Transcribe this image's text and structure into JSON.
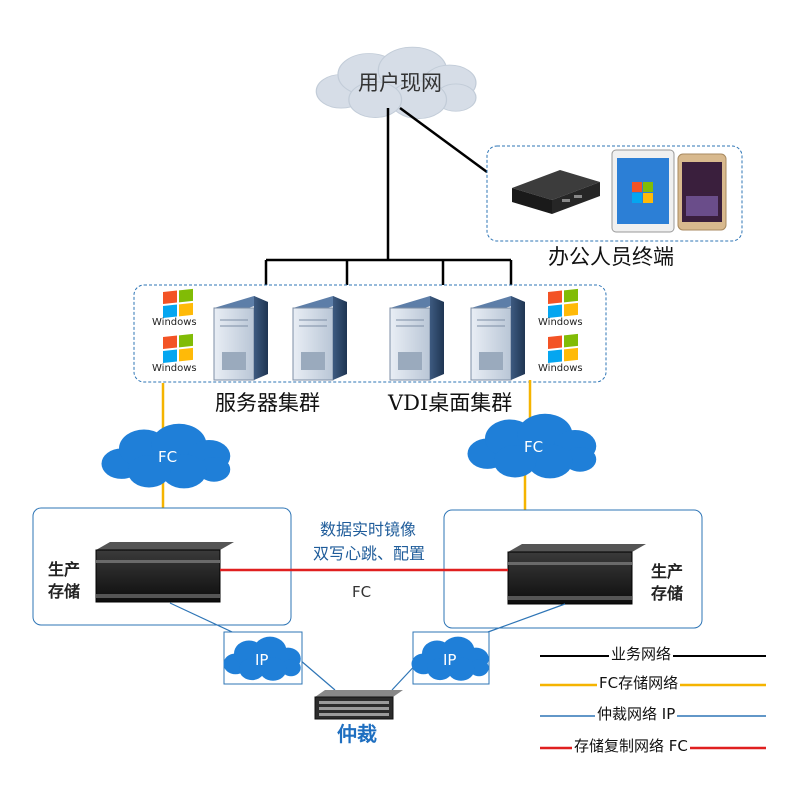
{
  "diagram": {
    "user_network": "用户现网",
    "office_terminals": "办公人员终端",
    "server_cluster": "服务器集群",
    "vdi_cluster": "VDI桌面集群",
    "windows_logo_text": "Windows",
    "fc_left": "FC",
    "fc_right": "FC",
    "mirror_line1": "数据实时镜像",
    "mirror_line2": "双写心跳、配置",
    "fc_link_label": "FC",
    "storage_left": [
      "生产",
      "存储"
    ],
    "storage_right": [
      "生产",
      "存储"
    ],
    "ip_left": "IP",
    "ip_right": "IP",
    "arbitration": "仲裁"
  },
  "legend": [
    {
      "label": "业务网络",
      "color": "#000000"
    },
    {
      "label": "FC存储网络",
      "color": "#f5b400"
    },
    {
      "label": "仲裁网络 IP",
      "color": "#2e75b6"
    },
    {
      "label": "存储复制网络 FC",
      "color": "#e02020"
    }
  ],
  "colors": {
    "cloud_gray": "#d6dde7",
    "cloud_blue": "#1f7fd8",
    "fc_line": "#f5b400",
    "replication_line": "#e02020",
    "ip_line": "#2e75b6",
    "box_border": "#2e75b6"
  }
}
